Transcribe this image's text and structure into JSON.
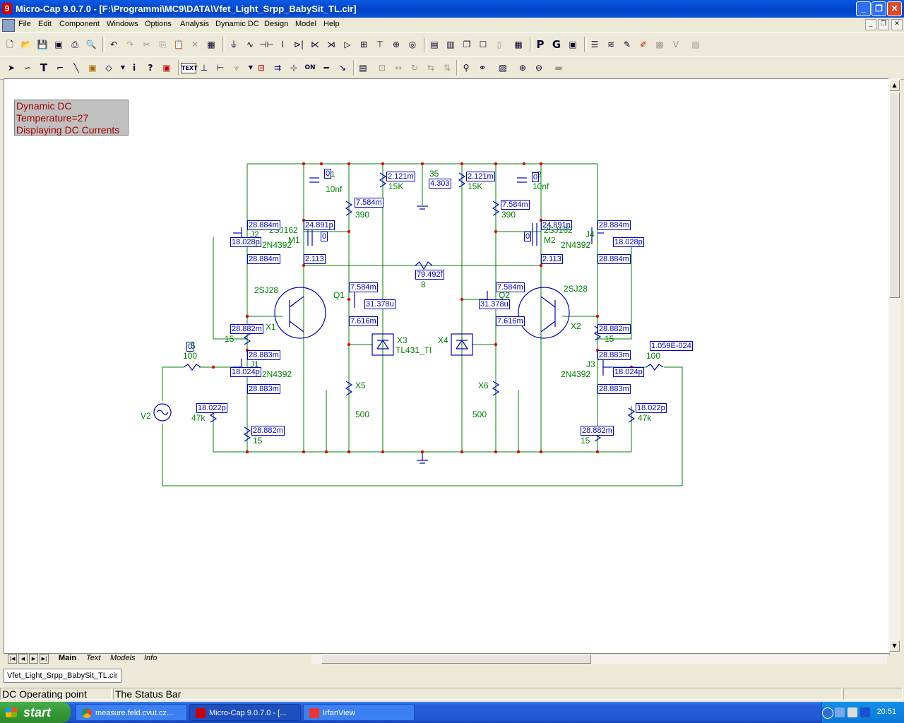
{
  "window": {
    "title": "Micro-Cap 9.0.7.0 - [F:\\Programmi\\MC9\\DATA\\Vfet_Light_Srpp_BabySit_TL.cir]",
    "app_icon": "microcap-icon"
  },
  "menu": {
    "items": [
      "File",
      "Edit",
      "Component",
      "Windows",
      "Options",
      "Analysis",
      "Dynamic DC",
      "Design",
      "Model",
      "Help"
    ]
  },
  "info_box": {
    "lines": [
      "Dynamic DC",
      "Temperature=27",
      "Displaying DC Currents"
    ]
  },
  "schematic": {
    "wire_color": "#008000",
    "component_color": "#0000c0",
    "node_color": "#e00000",
    "value_box_color": "#0000c0",
    "labels": {
      "c1": "1",
      "c1_val": "10nf",
      "c1_box": "0",
      "c2": "2",
      "c2_val": "10nf",
      "c2_box": "0",
      "r_top_l": "2.121m",
      "r_top_l_val": "15K",
      "r_top_r": "2.121m",
      "r_top_r_val": "15K",
      "node35": "35",
      "node35_box": "4.303",
      "r390_l_box": "7.584m",
      "r390_l": "390",
      "r390_r_box": "7.584m",
      "r390_r": "390",
      "m1_i": "24.891p",
      "m1_type": "2SJ162",
      "m1": "M1",
      "m1_box": "0",
      "m2_i": "24.891p",
      "m2_type": "2SJ162",
      "m2": "M2",
      "m2_box": "0",
      "j2_top": "28.884m",
      "j2": "J2",
      "j2_mid": "18.028p",
      "j2_type": "2N4392",
      "j2_bot": "28.884m",
      "j4_top": "28.884m",
      "j4": "J4",
      "j4_mid": "18.028p",
      "j4_type": "2N4392",
      "j4_bot": "28.884m",
      "m1_s": "2.113",
      "m2_s": "2.113",
      "r8_box": "79.492f",
      "r8": "8",
      "x1_type": "2SJ28",
      "x1": "X1",
      "x2_type": "2SJ28",
      "x2": "X2",
      "q1_top": "7.584m",
      "q1": "Q1",
      "q1_base": "31.378u",
      "q1_bot": "7.616m",
      "q2_top": "7.584m",
      "q2": "Q2",
      "q2_base": "31.378u",
      "q2_bot": "7.616m",
      "x3": "X3",
      "x3_type": "TL431_TI",
      "x4": "X4",
      "x5": "X5",
      "x5_val": "500",
      "x6": "X6",
      "x6_val": "500",
      "r15_l_box": "28.882m",
      "r15_l": "15",
      "r15_r_box": "28.882m",
      "r15_r": "15",
      "j1_top": "28.883m",
      "j1": "J1",
      "j1_mid": "18.024p",
      "j1_type": "2N4392",
      "j1_bot": "28.883m",
      "j3_top": "28.883m",
      "j3": "J3",
      "j3_mid": "18.024p",
      "j3_type": "2N4392",
      "j3_bot": "28.883m",
      "r100_l_box": "0",
      "r100_l_top": "5",
      "r100_l": "100",
      "r100_r_box": "1.059E-024",
      "r100_r": "100",
      "v2": "V2",
      "r47k_l_box": "18.022p",
      "r47k_l": "47k",
      "r47k_r_box": "18.022p",
      "r47k_r": "47k",
      "r15b_l_box": "28.882m",
      "r15b_l": "15",
      "r15b_r_box": "28.882m",
      "r15b_r": "15"
    }
  },
  "tabs": [
    "Main",
    "Text",
    "Models",
    "Info"
  ],
  "active_tab": "Main",
  "file_tab": "Vfet_Light_Srpp_BabySit_TL.cir",
  "status": {
    "mode": "DC Operating point",
    "message": "The Status Bar"
  },
  "taskbar": {
    "start": "start",
    "items": [
      {
        "label": "measure.feld.cvut.cz...",
        "icon": "chrome-icon"
      },
      {
        "label": "Micro-Cap 9.0.7.0 - [...",
        "icon": "microcap-icon"
      },
      {
        "label": "IrfanView",
        "icon": "irfanview-icon"
      }
    ],
    "clock": "20.51"
  }
}
